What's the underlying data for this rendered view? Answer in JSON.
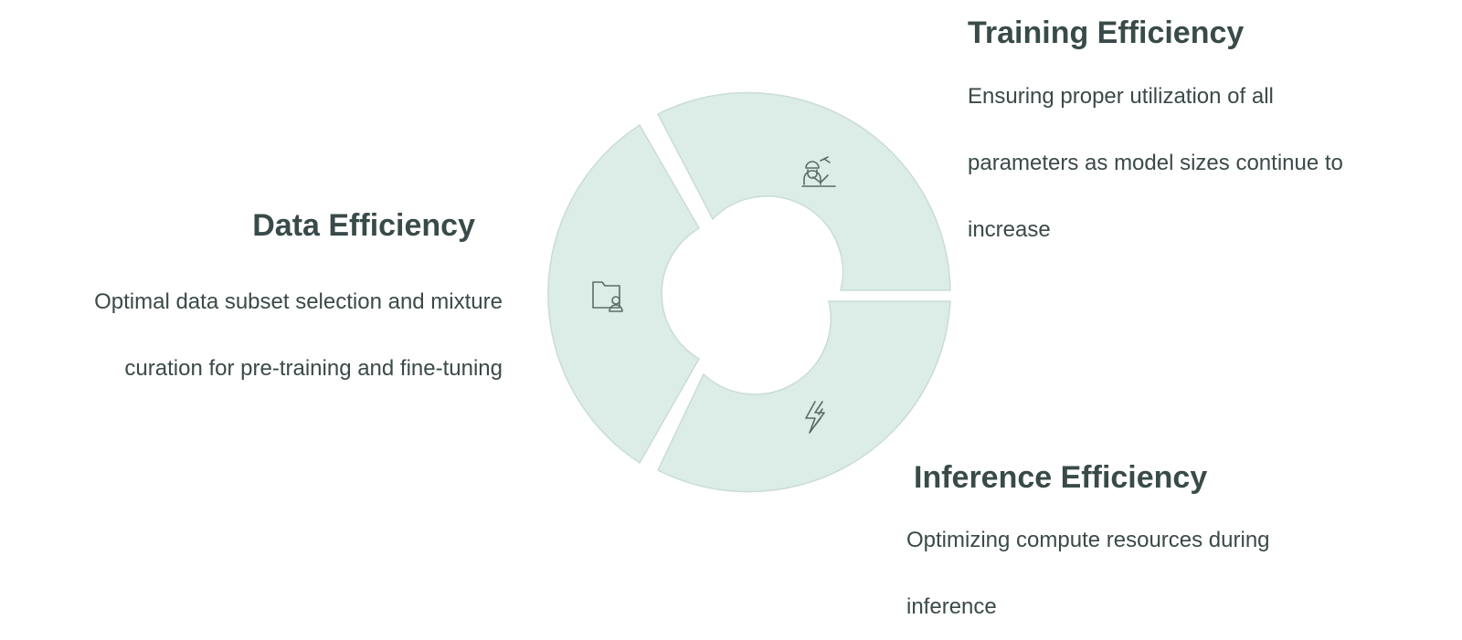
{
  "diagram": {
    "segments": [
      {
        "id": "training",
        "title": "Training Efficiency",
        "description_lines": [
          "Ensuring proper utilization of all",
          "parameters as model sizes continue to",
          "increase"
        ],
        "icon": "worker-at-desk-icon"
      },
      {
        "id": "data",
        "title": "Data Efficiency",
        "description_lines": [
          "Optimal data subset selection and mixture",
          "curation for pre-training and fine-tuning"
        ],
        "icon": "folder-user-icon"
      },
      {
        "id": "inference",
        "title": "Inference Efficiency",
        "description_lines": [
          "Optimizing compute resources during",
          "inference"
        ],
        "icon": "lightning-bolt-icon"
      }
    ],
    "colors": {
      "segment_fill": "#dcece6",
      "segment_stroke": "#c8ddd5",
      "heading": "#394b49",
      "text": "#3a4a48"
    }
  }
}
